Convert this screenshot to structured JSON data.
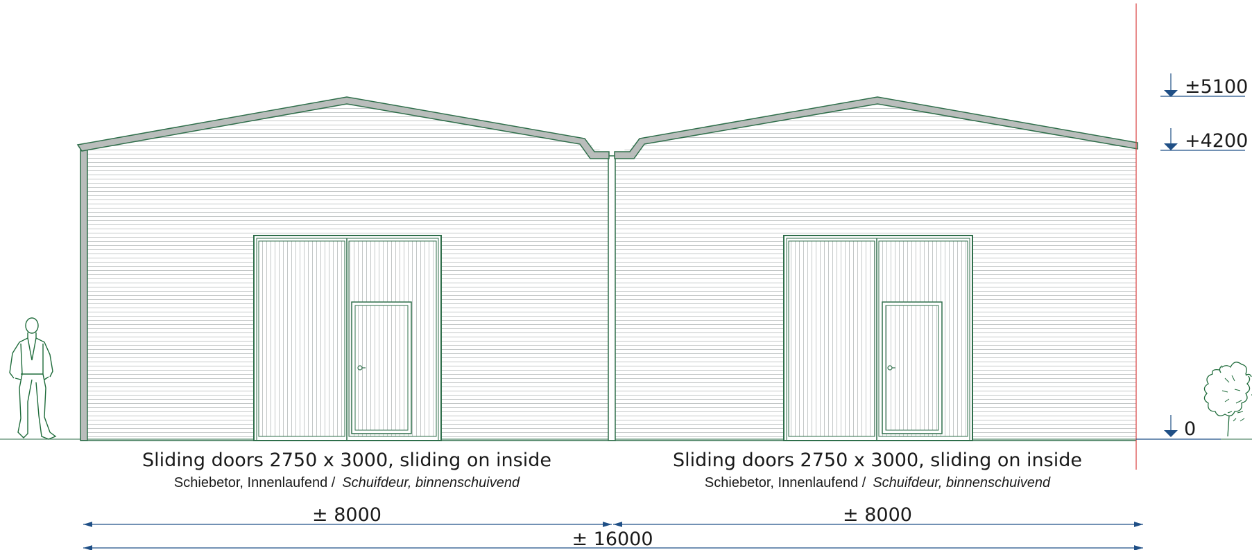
{
  "colors": {
    "outline": "#2e6e4a",
    "roof_fill": "#b9bdbb",
    "cladding_line": "#c8cccc",
    "dimension": "#1f4f86",
    "reference_line": "#d94040",
    "tree": "#1e6b3a"
  },
  "levels": [
    {
      "label": "±5100"
    },
    {
      "label": "+4200"
    },
    {
      "label": "0"
    }
  ],
  "doors": [
    {
      "title": "Sliding doors 2750 x 3000, sliding on inside",
      "subtitle_de": "Schiebetor, Innenlaufend /",
      "subtitle_nl": "Schuifdeur, binnenschuivend"
    },
    {
      "title": "Sliding doors 2750 x 3000, sliding on inside",
      "subtitle_de": "Schiebetor, Innenlaufend /",
      "subtitle_nl": "Schuifdeur, binnenschuivend"
    }
  ],
  "dimensions": {
    "bay_left": "± 8000",
    "bay_right": "± 8000",
    "total": "± 16000"
  },
  "icons": {
    "person": "person-silhouette-icon",
    "tree": "shrub-icon",
    "level_marker": "level-arrow-icon"
  }
}
